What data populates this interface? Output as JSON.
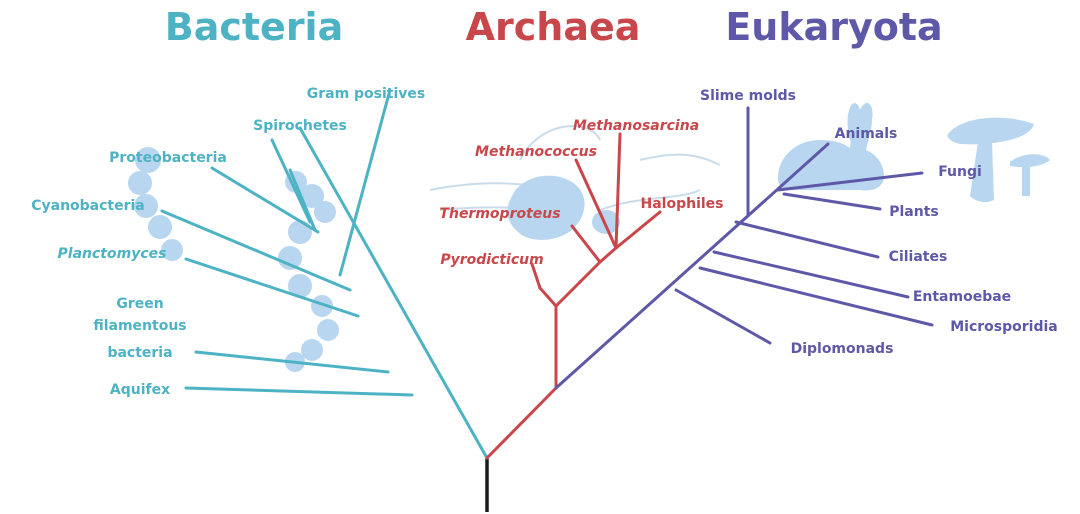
{
  "domains": {
    "bacteria": "Bacteria",
    "archaea": "Archaea",
    "eukaryota": "Eukaryota"
  },
  "bacteria_leaves": {
    "gram_positives": "Gram positives",
    "spirochetes": "Spirochetes",
    "proteobacteria": "Proteobacteria",
    "cyanobacteria": "Cyanobacteria",
    "planctomyces": "Planctomyces",
    "green_filamentous_1": "Green",
    "green_filamentous_2": "filamentous",
    "green_filamentous_3": "bacteria",
    "aquifex": "Aquifex"
  },
  "archaea_leaves": {
    "methanosarcina": "Methanosarcina",
    "methanococcus": "Methanococcus",
    "thermoproteus": "Thermoproteus",
    "halophiles": "Halophiles",
    "pyrodicticum": "Pyrodicticum"
  },
  "eukaryota_leaves": {
    "slime_molds": "Slime molds",
    "animals": "Animals",
    "fungi": "Fungi",
    "plants": "Plants",
    "ciliates": "Ciliates",
    "entamoebae": "Entamoebae",
    "microsporidia": "Microsporidia",
    "diplomonads": "Diplomonads"
  },
  "colors": {
    "bacteria": "#4db3c4",
    "archaea": "#c9474b",
    "eukaryota": "#5e58a8",
    "root": "#1a1a1a",
    "silhouette": "#b9d6f0"
  },
  "icons": [
    "bacterium-chain-silhouette",
    "archaeon-cell-silhouette",
    "rabbit-silhouette",
    "mushroom-silhouette"
  ]
}
